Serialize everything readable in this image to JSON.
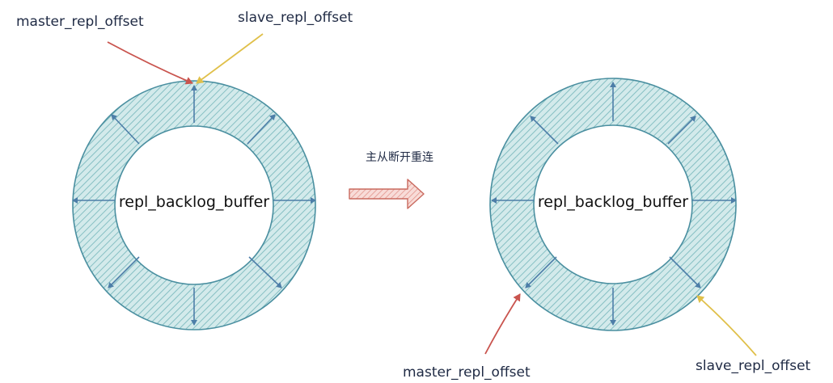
{
  "diagram": {
    "transition_label": "主从断开重连",
    "colors": {
      "ring_fill": "#cfe7e8",
      "ring_hatch": "#8fc3c6",
      "ring_stroke": "#4a8fa0",
      "spoke": "#4d7ea8",
      "master_pointer": "#c9544e",
      "slave_pointer": "#e0c04a",
      "transition_arrow_stroke": "#c96a5f",
      "transition_arrow_fill": "#f6d6d2"
    },
    "left": {
      "buffer_label": "repl_backlog_buffer",
      "master_label": "master_repl_offset",
      "slave_label": "slave_repl_offset"
    },
    "right": {
      "buffer_label": "repl_backlog_buffer",
      "master_label": "master_repl_offset",
      "slave_label": "slave_repl_offset"
    }
  }
}
